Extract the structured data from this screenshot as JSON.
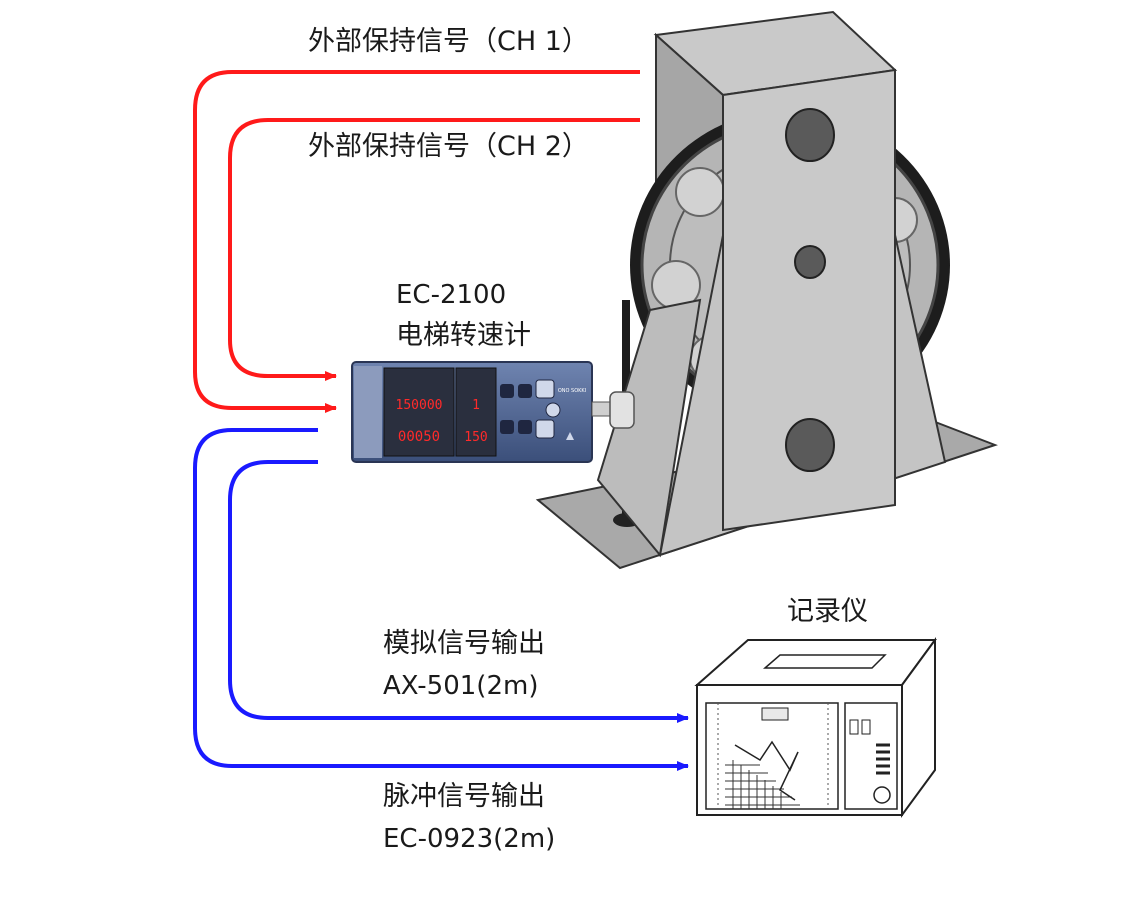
{
  "labels": {
    "hold_ch1": "外部保持信号（CH 1）",
    "hold_ch2": "外部保持信号（CH 2）",
    "tacho_model": "EC-2100",
    "tacho_name": "电梯转速计",
    "recorder": "记录仪",
    "analog_out": "模拟信号输出",
    "analog_cable": "AX-501(2m)",
    "pulse_out": "脉冲信号输出",
    "pulse_cable": "EC-0923(2m)"
  },
  "device_display": {
    "upper_value": "150000",
    "lower_value": "00050",
    "small_upper": "1",
    "small_lower": "150",
    "brand": "ONO SOKKI"
  },
  "colors": {
    "hold_signal": "#ff1a1a",
    "output_signal": "#1a1aff",
    "device_body": "#4a5f8c",
    "led": "#ff2a2a",
    "machine_gray": "#b8b8b8"
  }
}
